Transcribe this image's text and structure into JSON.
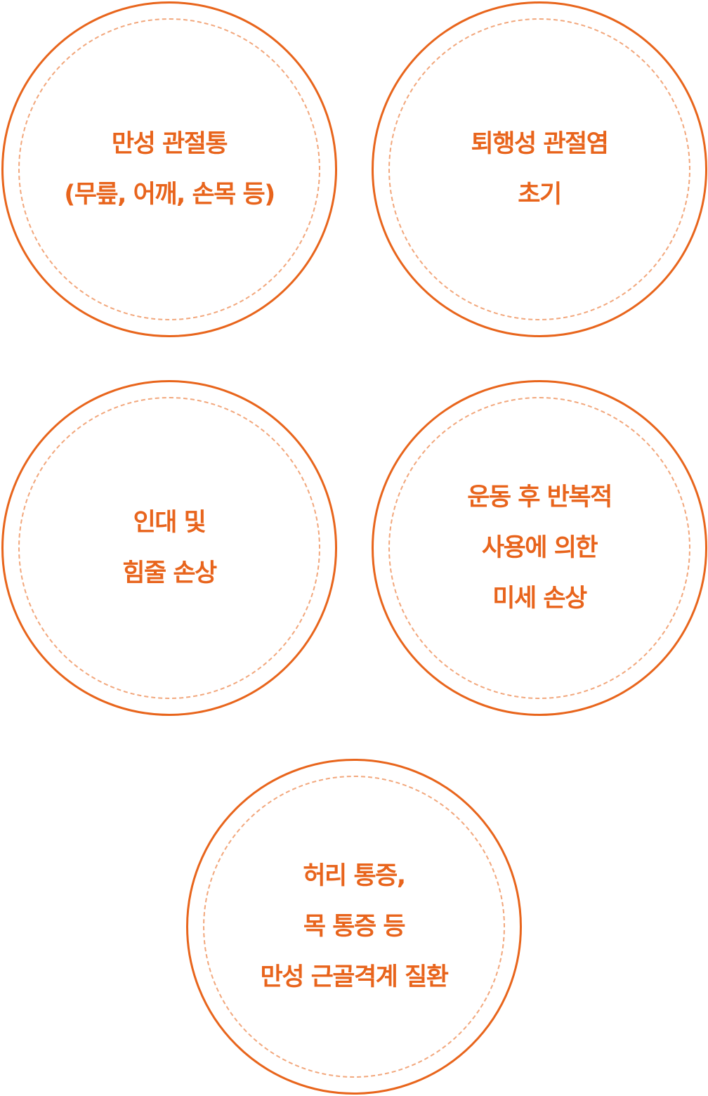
{
  "colors": {
    "outer_ring": "#E8651C",
    "inner_dashed_ring": "#F2A77C",
    "text": "#E8641C",
    "background": "#FFFFFF"
  },
  "circles": [
    {
      "lines": [
        "만성 관절통",
        "(무릎, 어깨, 손목 등)"
      ]
    },
    {
      "lines": [
        "퇴행성 관절염",
        "초기"
      ]
    },
    {
      "lines": [
        "인대 및",
        "힘줄 손상"
      ]
    },
    {
      "lines": [
        "운동 후 반복적",
        "사용에 의한",
        "미세 손상"
      ]
    },
    {
      "lines": [
        "허리 통증,",
        "목 통증 등",
        "만성 근골격계 질환"
      ]
    }
  ]
}
